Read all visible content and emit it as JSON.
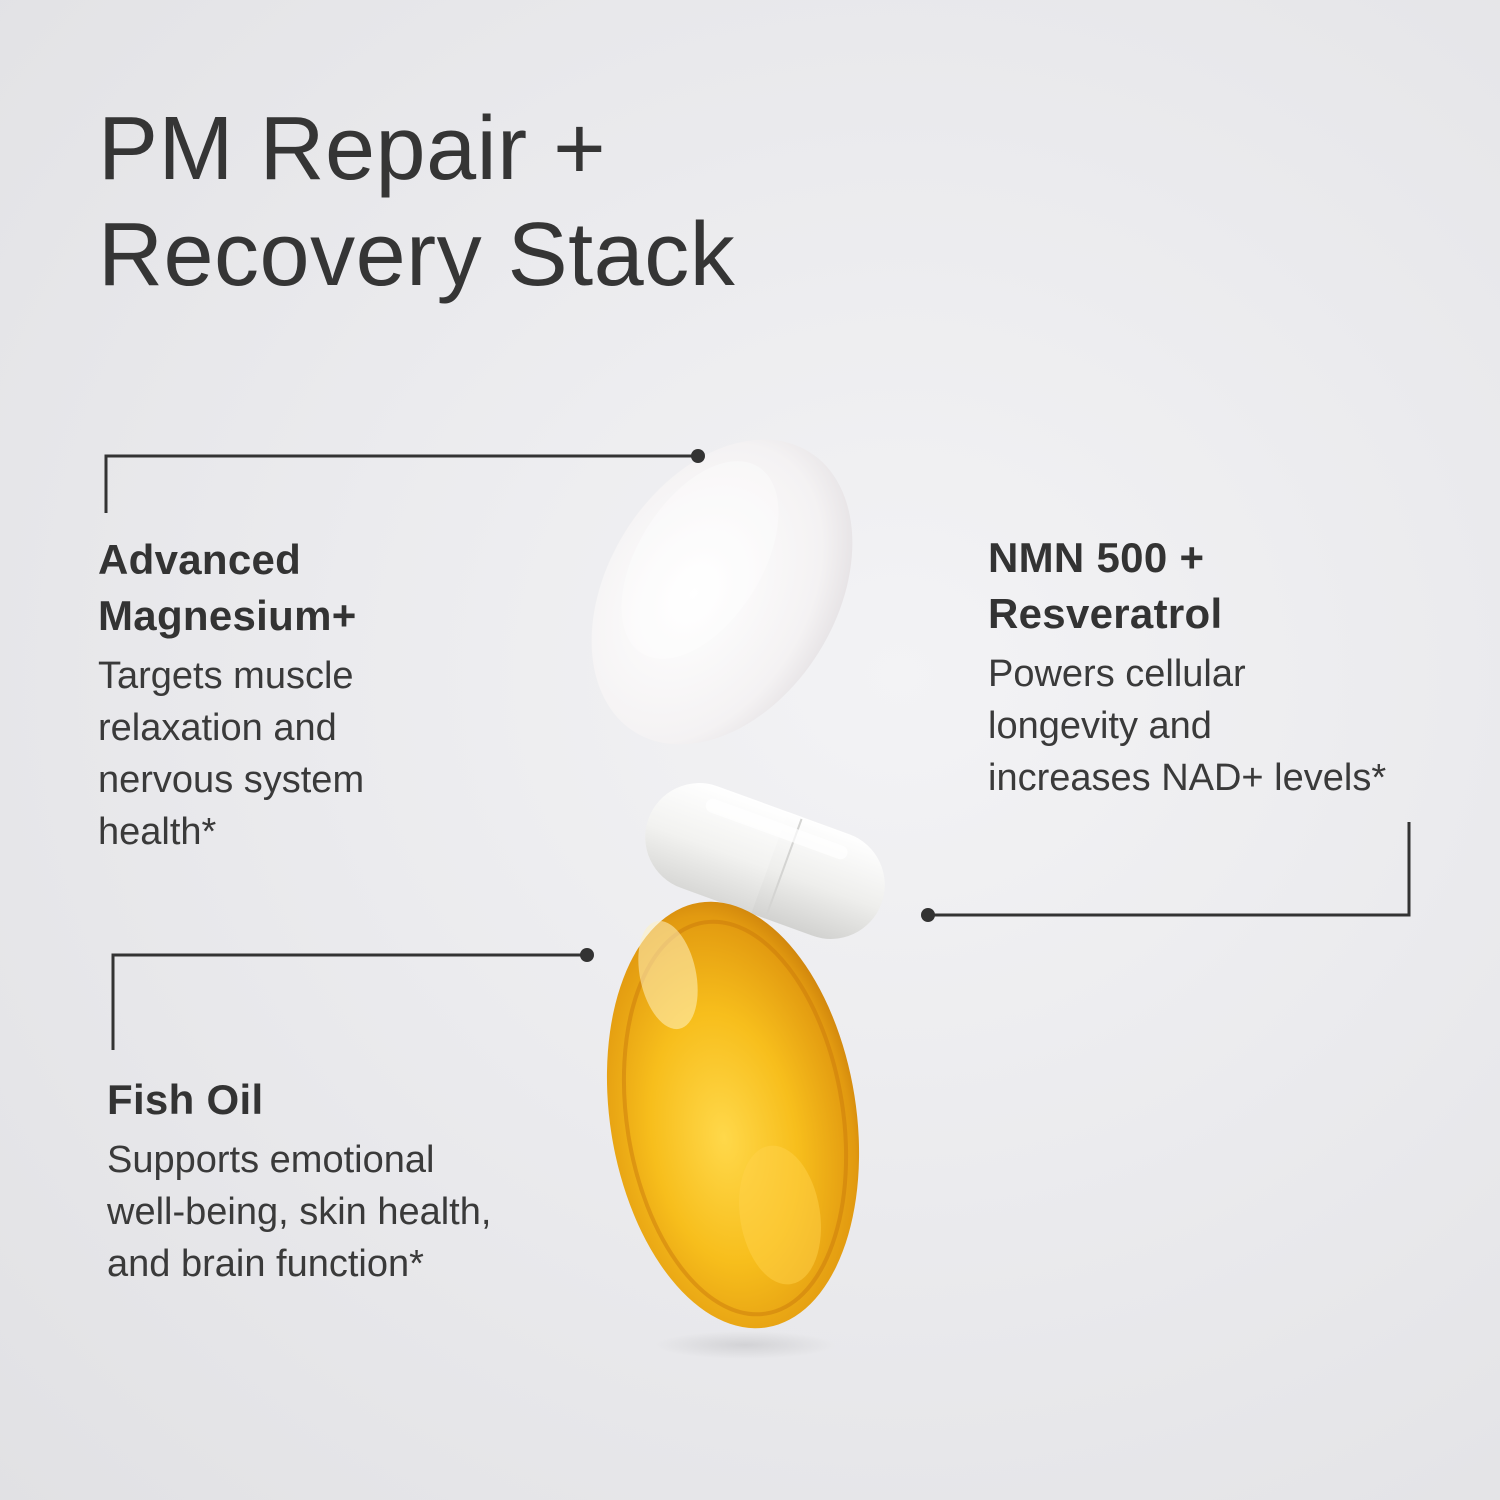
{
  "title": {
    "line1": "PM Repair +",
    "line2": "Recovery Stack"
  },
  "products": {
    "magnesium": {
      "name_lines": [
        "Advanced",
        "Magnesium+"
      ],
      "desc_lines": [
        "Targets muscle",
        "relaxation and",
        "nervous system",
        "health*"
      ]
    },
    "nmn": {
      "name_lines": [
        "NMN 500 +",
        "Resveratrol"
      ],
      "desc_lines": [
        "Powers cellular",
        "longevity and",
        "increases NAD+ levels*"
      ]
    },
    "fish_oil": {
      "name_lines": [
        "Fish Oil"
      ],
      "desc_lines": [
        "Supports emotional",
        "well-being, skin health,",
        "and brain function*"
      ]
    }
  },
  "colors": {
    "background": "#ebebee",
    "text": "#333333",
    "leader_line": "#333333",
    "tablet": "#f6f4f5",
    "capsule": "#f4f4f2",
    "softgel": "#f0b020"
  }
}
